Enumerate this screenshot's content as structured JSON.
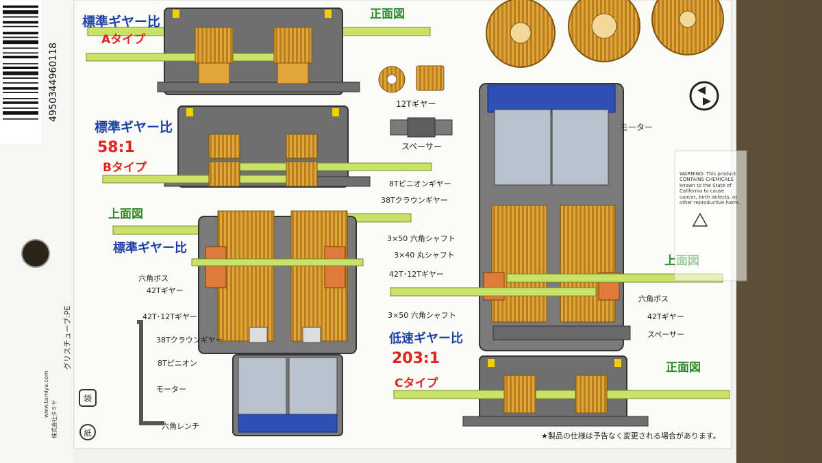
{
  "barcode": {
    "digits": "4950344960118"
  },
  "sections": {
    "a_type": {
      "heading": "標準ギヤー比",
      "type": "Aタイプ"
    },
    "b_type": {
      "heading": "標準ギヤー比",
      "ratio": "58:1",
      "type": "Bタイプ"
    },
    "c_type": {
      "heading": "低速ギヤー比",
      "ratio": "203:1",
      "type": "Cタイプ"
    },
    "left_top_view": {
      "title": "上面図",
      "heading": "標準ギヤー比"
    },
    "right_top_view": {
      "title": "上面図"
    },
    "front_view_top": "正面図",
    "front_view_bottom": "正面図"
  },
  "parts": {
    "gear_12t": "12Tギヤー",
    "spacer": "スペーサー",
    "motor": "モーター"
  },
  "left_labels": {
    "hex_boss": "六角ボス",
    "gear_42t": "42Tギヤー",
    "gear_42t_12t": "42T･12Tギヤー",
    "crown_38t": "38Tクラウンギヤー",
    "pinion_8t": "8Tピニオン",
    "motor": "モーター",
    "hex_wrench": "六角レンチ"
  },
  "center_labels": {
    "pinion_8t": "8Tピニオンギヤー",
    "crown_38t": "38Tクラウンギヤー",
    "hex_shaft_50": "3×50 六角シャフト",
    "round_shaft_40": "3×40 丸シャフト",
    "gear_42t_12t": "42T･12Tギヤー",
    "hex_shaft_50_b": "3×50 六角シャフト"
  },
  "right_labels": {
    "hex_boss": "六角ボス",
    "gear_42t": "42Tギヤー",
    "spacer": "スペーサー"
  },
  "side_text": {
    "grease": "グリスチューブ:PE",
    "bag": "袋",
    "mark": "紙",
    "company": "株式会社タミヤ",
    "web": "www.tamiya.com"
  },
  "warning_text": "WARNING: This product CONTAINS CHEMICALS known to the State of California to cause cancer, birth defects, or other reproductive harm.",
  "footnote": "★製品の仕様は予告なく変更される場合があります。",
  "colors": {
    "label_blue": "#1c3fa6",
    "label_red": "#e0231c",
    "gear_gold": "#e2a53a",
    "frame_gray": "#6f6f6f",
    "shaft_green": "#c9e36a",
    "motor_blue": "#2e4fb6"
  }
}
